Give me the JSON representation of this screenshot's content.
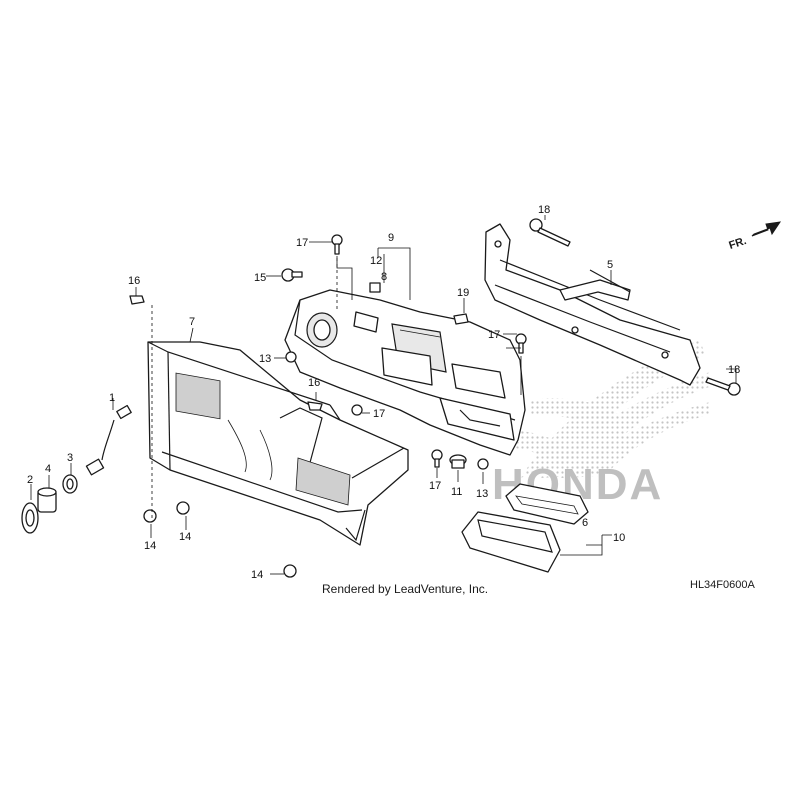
{
  "diagram": {
    "caption": "Rendered by LeadVenture, Inc.",
    "code": "HL34F0600A",
    "direction_label": "FR.",
    "watermark_text": "HONDA",
    "callouts": [
      {
        "id": "c1",
        "label": "1"
      },
      {
        "id": "c2",
        "label": "2"
      },
      {
        "id": "c3",
        "label": "3"
      },
      {
        "id": "c4",
        "label": "4"
      },
      {
        "id": "c5",
        "label": "5"
      },
      {
        "id": "c6",
        "label": "6"
      },
      {
        "id": "c7",
        "label": "7"
      },
      {
        "id": "c8",
        "label": "8"
      },
      {
        "id": "c9",
        "label": "9"
      },
      {
        "id": "c10",
        "label": "10"
      },
      {
        "id": "c11",
        "label": "11"
      },
      {
        "id": "c12",
        "label": "12"
      },
      {
        "id": "c13a",
        "label": "13"
      },
      {
        "id": "c13b",
        "label": "13"
      },
      {
        "id": "c14a",
        "label": "14"
      },
      {
        "id": "c14b",
        "label": "14"
      },
      {
        "id": "c14c",
        "label": "14"
      },
      {
        "id": "c15",
        "label": "15"
      },
      {
        "id": "c16a",
        "label": "16"
      },
      {
        "id": "c16b",
        "label": "16"
      },
      {
        "id": "c17a",
        "label": "17"
      },
      {
        "id": "c17b",
        "label": "17"
      },
      {
        "id": "c17c",
        "label": "17"
      },
      {
        "id": "c17d",
        "label": "17"
      },
      {
        "id": "c18a",
        "label": "18"
      },
      {
        "id": "c18b",
        "label": "18"
      },
      {
        "id": "c19",
        "label": "19"
      }
    ]
  }
}
